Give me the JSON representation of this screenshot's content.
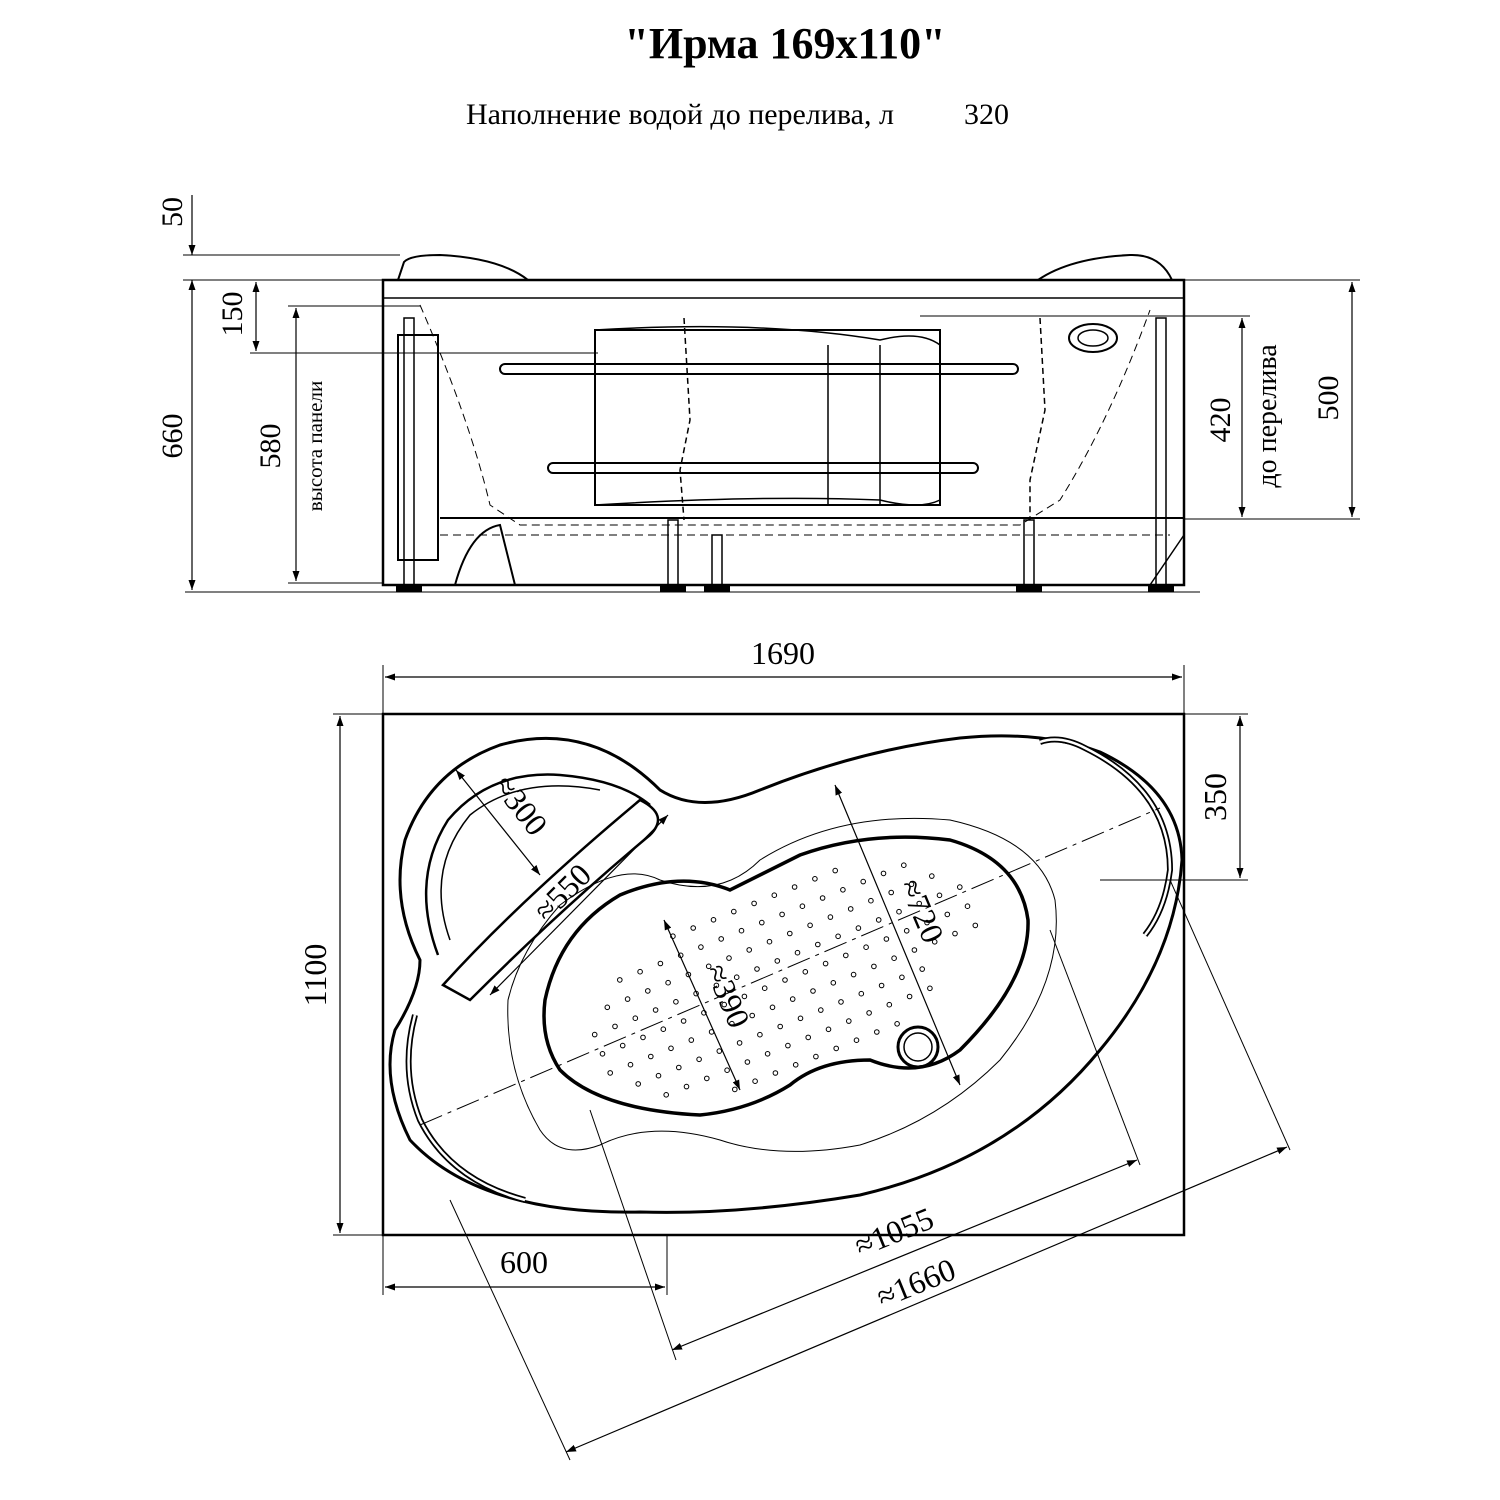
{
  "header": {
    "title": "\"Ирма 169x110\"",
    "fill_label": "Наполнение водой до перелива, л",
    "fill_value": "320"
  },
  "side_view": {
    "dim_50": "50",
    "dim_660": "660",
    "dim_150": "150",
    "dim_580": "580",
    "panel_height_label": "высота панели",
    "dim_420": "420",
    "overflow_label": "до перелива",
    "dim_500": "500"
  },
  "top_view": {
    "dim_1690": "1690",
    "dim_1100": "1100",
    "dim_350": "350",
    "dim_600": "600",
    "dim_300": "≈300",
    "dim_550": "≈550",
    "dim_720": "≈720",
    "dim_390": "≈390",
    "dim_1055": "≈1055",
    "dim_1660": "≈1660"
  }
}
